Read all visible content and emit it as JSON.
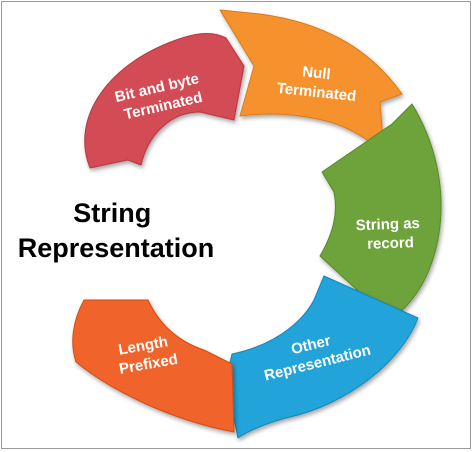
{
  "diagram": {
    "title_lines": [
      "String",
      "Representation"
    ],
    "title_color": "#000000",
    "label_color": "#ffffff",
    "segments": [
      {
        "id": "bit-and-byte-terminated",
        "lines": [
          "Bit and byte",
          "Terminated"
        ],
        "color": "#d24b55",
        "edge": "#b8363f"
      },
      {
        "id": "null-terminated",
        "lines": [
          "Null",
          "Terminated"
        ],
        "color": "#f5922f",
        "edge": "#d97a1c"
      },
      {
        "id": "string-as-record",
        "lines": [
          "String as",
          "record"
        ],
        "color": "#6ea33a",
        "edge": "#558a26"
      },
      {
        "id": "other-representation",
        "lines": [
          "Other",
          "Representation"
        ],
        "color": "#21a3d9",
        "edge": "#1786b8"
      },
      {
        "id": "length-prefixed",
        "lines": [
          "Length",
          "Prefixed"
        ],
        "color": "#f0642a",
        "edge": "#d04e18"
      }
    ]
  }
}
